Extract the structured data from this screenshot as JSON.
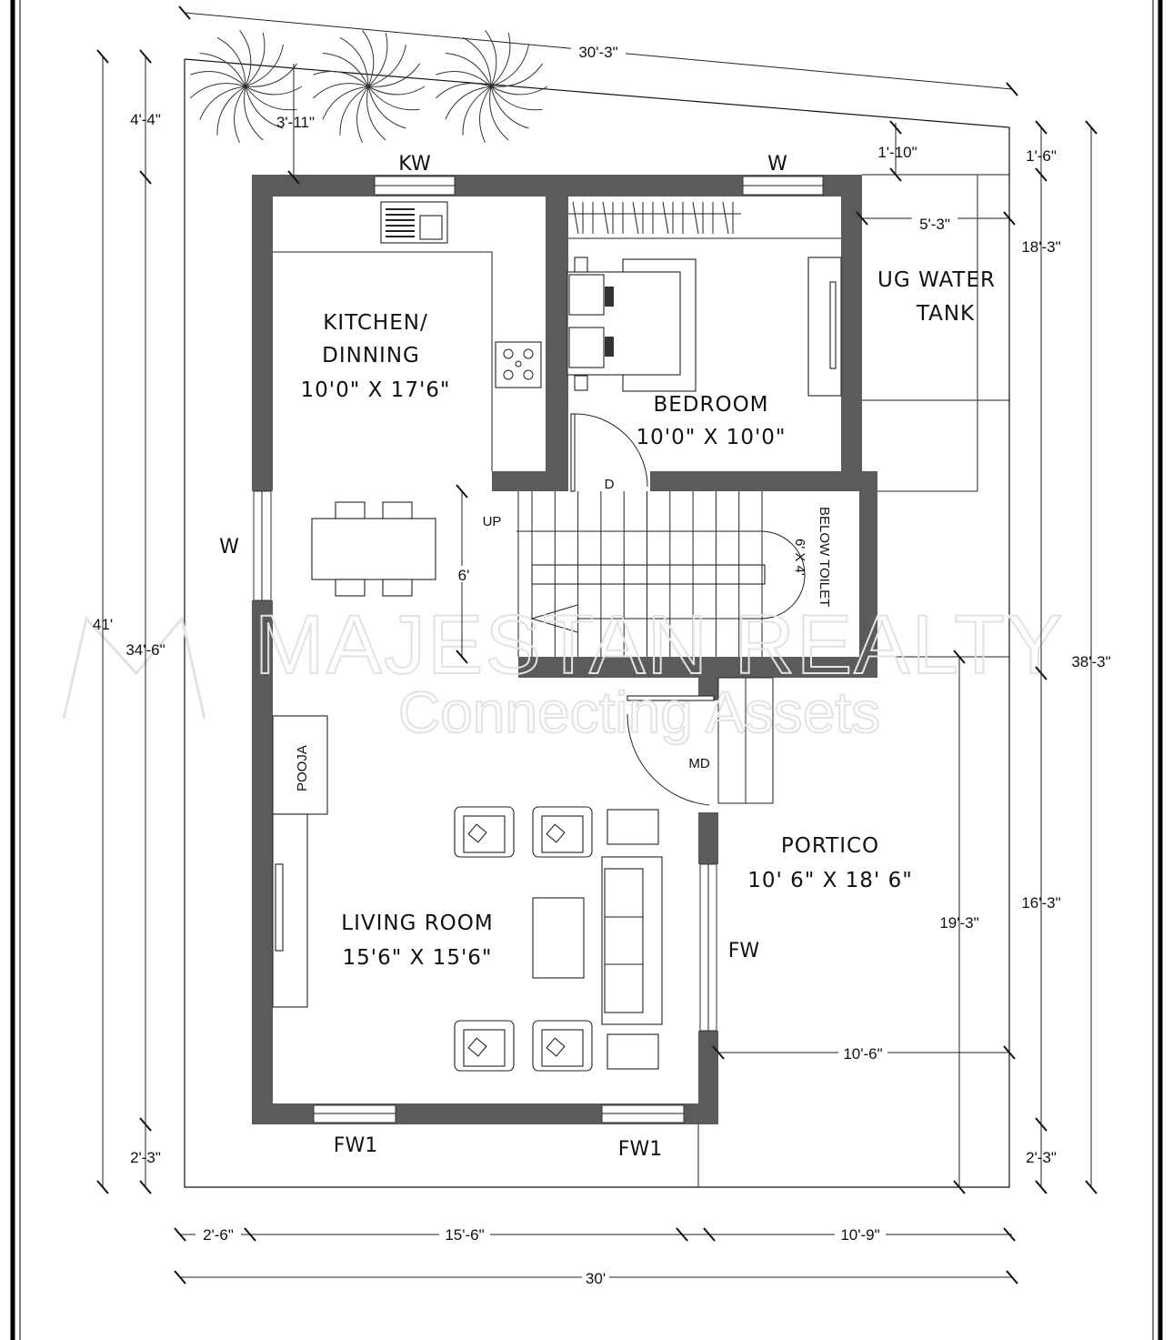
{
  "rooms": {
    "kitchen": {
      "name1": "KITCHEN/",
      "name2": "DINNING",
      "size": "10'0\" X 17'6\""
    },
    "bedroom": {
      "name": "BEDROOM",
      "size": "10'0\" X 10'0\""
    },
    "living": {
      "name": "LIVING ROOM",
      "size": "15'6\" X 15'6\""
    },
    "portico": {
      "name": "PORTICO",
      "size": "10' 6\" X 18' 6\""
    },
    "tank": {
      "name1": "UG WATER",
      "name2": "TANK"
    },
    "toilet": {
      "name": "BELOW TOILET",
      "size": "6' X 4'"
    },
    "pooja": {
      "name": "POOJA"
    }
  },
  "openings": {
    "kw": "KW",
    "w_top": "W",
    "w_left": "W",
    "fw": "FW",
    "fw1_a": "FW1",
    "fw1_b": "FW1",
    "door": "D",
    "main_door": "MD",
    "up": "UP"
  },
  "dimensions": {
    "top_slant": "30'-3\"",
    "left_top": "4'-4\"",
    "setback_top": "3'-11\"",
    "right_top_a": "1'-10\"",
    "right_top_b": "1'-6\"",
    "tank_width": "5'-3\"",
    "total_left": "41'",
    "left_mid": "34'-6\"",
    "right_upper": "18'-3\"",
    "right_total": "38'-3\"",
    "stair": "6'",
    "right_lower": "16'-3\"",
    "portico_depth": "19'-3\"",
    "portico_width": "10'-6\"",
    "left_bottom": "2'-3\"",
    "right_bottom": "2'-3\"",
    "bottom_a": "2'-6\"",
    "bottom_b": "15'-6\"",
    "bottom_c": "10'-9\"",
    "bottom_total": "30'"
  },
  "watermark": {
    "brand": "MAJESTAN REALTY",
    "tagline": "Connecting Assets"
  },
  "colors": {
    "wall": "#5b5b5d"
  }
}
